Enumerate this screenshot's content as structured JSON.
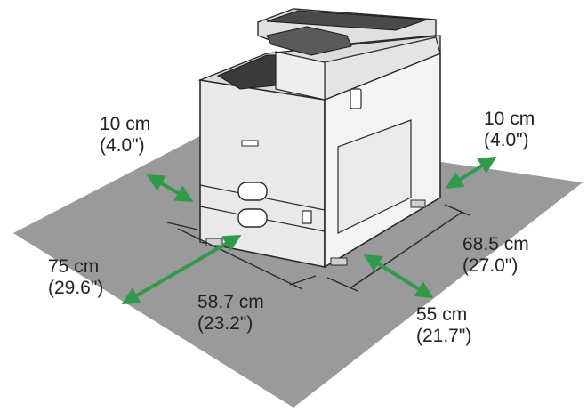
{
  "labels": {
    "left_side": {
      "cm": "10 cm",
      "in": "(4.0\")"
    },
    "right_side": {
      "cm": "10 cm",
      "in": "(4.0\")"
    },
    "front": {
      "cm": "75 cm",
      "in": "(29.6\")"
    },
    "width": {
      "cm": "58.7 cm",
      "in": "(23.2\")"
    },
    "depth": {
      "cm": "68.5 cm",
      "in": "(27.0\")"
    },
    "rear": {
      "cm": "55 cm",
      "in": "(21.7\")"
    }
  },
  "colors": {
    "floor": "#9a9a9a",
    "arrow": "#2e9a4a",
    "printer_body": "#e8e8e8",
    "printer_side": "#f2f2f2",
    "printer_dark": "#3a3a3a",
    "outline": "#2a2a2a"
  }
}
